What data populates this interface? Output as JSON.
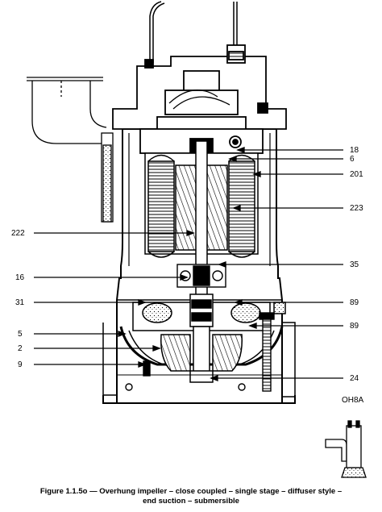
{
  "diagram": {
    "labels_right": [
      "18",
      "6",
      "201",
      "223",
      "35",
      "89",
      "89",
      "24"
    ],
    "labels_left": [
      "222",
      "16",
      "31",
      "5",
      "2",
      "9"
    ],
    "thumbnail_code": "OH8A"
  },
  "caption": {
    "line1": "Figure 1.1.5o — Overhung impeller – close coupled – single stage – diffuser style –",
    "line2": "end suction – submersible"
  }
}
